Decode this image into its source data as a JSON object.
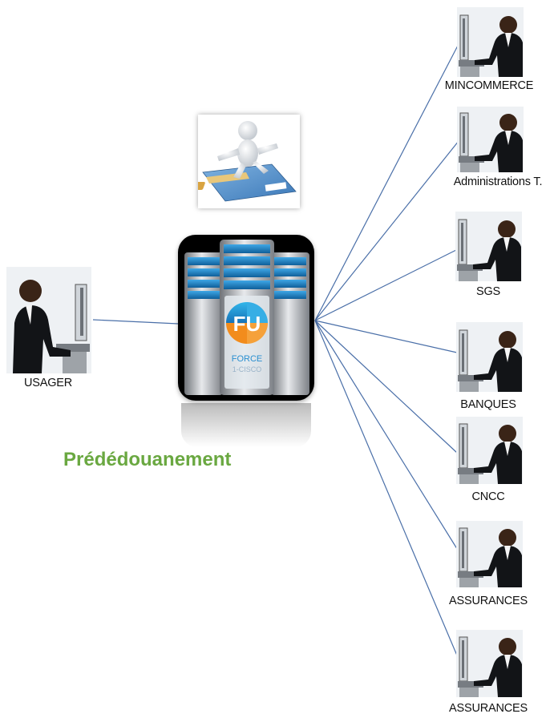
{
  "diagram": {
    "title": "Prédédouanement",
    "hub": {
      "name": "server",
      "logo_text": "FU",
      "caption_1": "FORCE",
      "caption_2": "1-CISCO"
    },
    "user": {
      "label": "USAGER"
    },
    "partners": [
      {
        "label": "MINCOMMERCE"
      },
      {
        "label": "Administrations T."
      },
      {
        "label": "SGS"
      },
      {
        "label": "BANQUES"
      },
      {
        "label": "CNCC"
      },
      {
        "label": "ASSURANCES"
      },
      {
        "label": "ASSURANCES"
      }
    ],
    "colors": {
      "connector": "#4a6fa8",
      "title": "#6aa841",
      "logo_blue": "#1e9ad6",
      "logo_orange": "#f28c1c"
    }
  }
}
